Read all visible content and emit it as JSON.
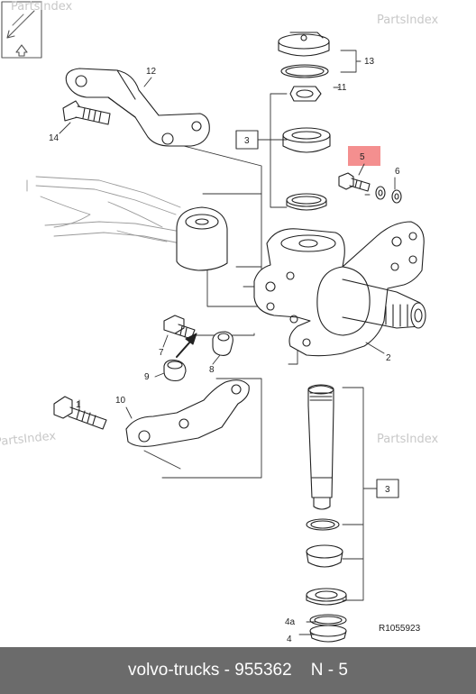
{
  "watermark": "PartsIndex",
  "diagram": {
    "reference": "R1055923",
    "callouts": {
      "p1": "1",
      "p2": "2",
      "p3a": "3",
      "p3b": "3",
      "p4": "4",
      "p4a": "4a",
      "p5": "5",
      "p6": "6",
      "p7": "7",
      "p8": "8",
      "p9": "9",
      "p10": "10",
      "p11": "11",
      "p12": "12",
      "p13": "13",
      "p14": "14"
    },
    "highlighted_part": "5",
    "highlight_color": "#f48f8f"
  },
  "footer": {
    "brand": "volvo-trucks",
    "separator1": " - ",
    "part_number": "955362",
    "separator2": "    ",
    "position": "N - 5",
    "background": "#6b6b6b"
  }
}
